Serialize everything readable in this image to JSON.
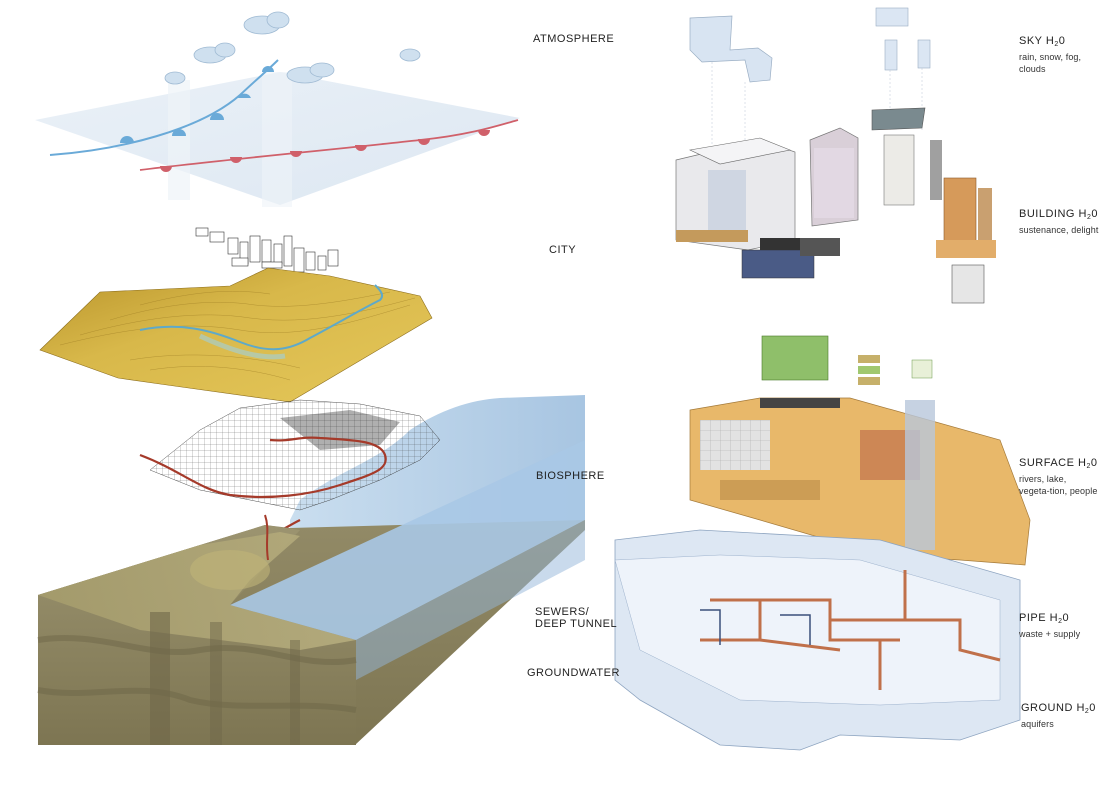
{
  "left_labels": {
    "atmosphere": "ATMOSPHERE",
    "city": "CITY",
    "biosphere": "BIOSPHERE",
    "sewers_line1": "SEWERS/",
    "sewers_line2": "DEEP TUNNEL",
    "groundwater": "GROUNDWATER"
  },
  "right_labels": {
    "sky": {
      "pre": "SKY H",
      "sub": "2",
      "post": "0",
      "desc": "rain, snow, fog, clouds"
    },
    "building": {
      "pre": "BUILDING H",
      "sub": "2",
      "post": "0",
      "desc": "sustenance, delight"
    },
    "surface": {
      "pre": "SURFACE H",
      "sub": "2",
      "post": "0",
      "desc": "rivers, lake, vegeta-tion, people"
    },
    "pipe": {
      "pre": "PIPE H",
      "sub": "2",
      "post": "0",
      "desc": "waste + supply"
    },
    "ground": {
      "pre": "GROUND H",
      "sub": "2",
      "post": "0",
      "desc": "aquifers"
    }
  },
  "colors": {
    "sky_plane": "#dfe9f3",
    "cold_front": "#6aaad8",
    "warm_front": "#d0606a",
    "terrain": "#c9a233",
    "lake": "#aecbe6",
    "ground_block": "#8f8660",
    "sewer_line": "#a53a2a",
    "surface_plan": "#e8b86a",
    "pipes": "#c0704a"
  }
}
